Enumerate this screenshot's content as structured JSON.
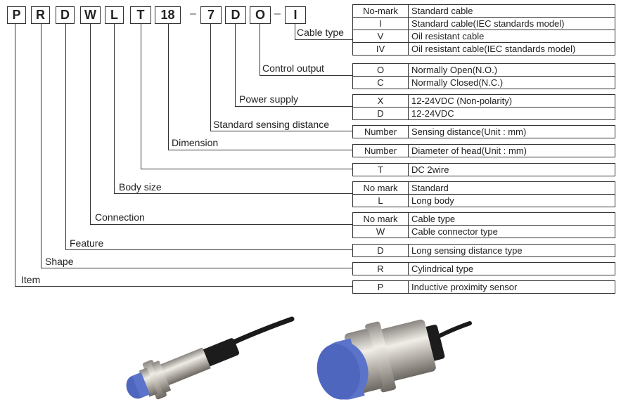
{
  "model_code": {
    "segments": [
      "P",
      "R",
      "D",
      "W",
      "L",
      "T",
      "18",
      "7",
      "D",
      "O",
      "I"
    ],
    "separator": "–"
  },
  "fields": [
    {
      "label": "Cable type",
      "rows": [
        {
          "code": "No-mark",
          "desc": "Standard cable"
        },
        {
          "code": "I",
          "desc": "Standard cable(IEC standards model)"
        },
        {
          "code": "V",
          "desc": "Oil resistant cable"
        },
        {
          "code": "IV",
          "desc": "Oil resistant cable(IEC standards model)"
        }
      ]
    },
    {
      "label": "Control output",
      "rows": [
        {
          "code": "O",
          "desc": "Normally Open(N.O.)"
        },
        {
          "code": "C",
          "desc": "Normally Closed(N.C.)"
        }
      ]
    },
    {
      "label": "Power supply",
      "rows": [
        {
          "code": "X",
          "desc": "12-24VDC (Non-polarity)"
        },
        {
          "code": "D",
          "desc": "12-24VDC"
        }
      ]
    },
    {
      "label": "Standard sensing distance",
      "rows": [
        {
          "code": "Number",
          "desc": "Sensing distance(Unit : mm)"
        }
      ]
    },
    {
      "label": "Dimension",
      "rows": [
        {
          "code": "Number",
          "desc": "Diameter of head(Unit : mm)"
        }
      ]
    },
    {
      "label": "",
      "rows": [
        {
          "code": "T",
          "desc": "DC 2wire"
        }
      ]
    },
    {
      "label": "Body size",
      "rows": [
        {
          "code": "No mark",
          "desc": "Standard"
        },
        {
          "code": "L",
          "desc": "Long body"
        }
      ]
    },
    {
      "label": "Connection",
      "rows": [
        {
          "code": "No mark",
          "desc": "Cable type"
        },
        {
          "code": "W",
          "desc": "Cable connector type"
        }
      ]
    },
    {
      "label": "Feature",
      "rows": [
        {
          "code": "D",
          "desc": "Long sensing distance type"
        }
      ]
    },
    {
      "label": "Shape",
      "rows": [
        {
          "code": "R",
          "desc": "Cylindrical type"
        }
      ]
    },
    {
      "label": "Item",
      "rows": [
        {
          "code": "P",
          "desc": "Inductive proximity sensor"
        }
      ]
    }
  ],
  "images": [
    {
      "name": "small-proximity-sensor",
      "cap_color": "#5b74c9"
    },
    {
      "name": "large-proximity-sensor",
      "cap_color": "#5b74c9"
    }
  ]
}
